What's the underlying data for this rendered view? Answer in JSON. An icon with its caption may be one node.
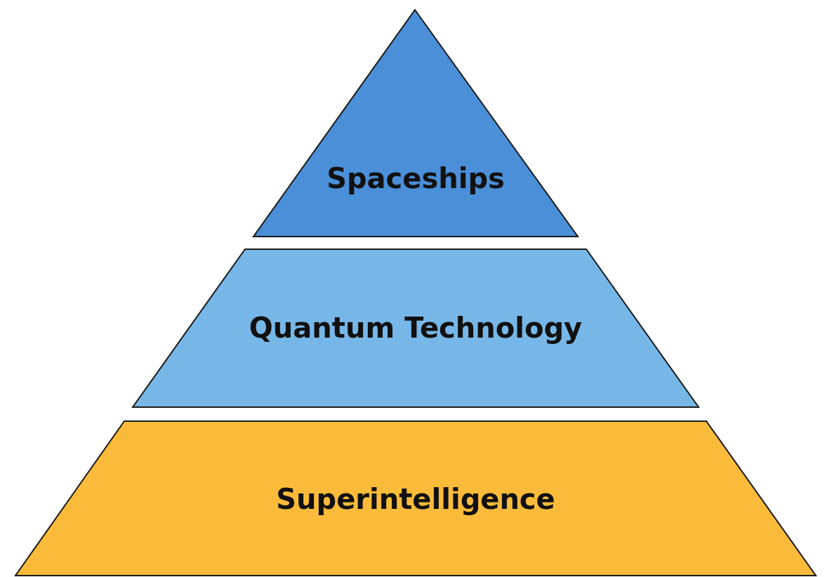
{
  "diagram": {
    "nodes": [
      {
        "text": [
          "Spaceships"
        ]
      },
      {
        "text": [
          "Quantum Technology"
        ]
      },
      {
        "text": [
          "Superintelligence"
        ]
      }
    ]
  }
}
